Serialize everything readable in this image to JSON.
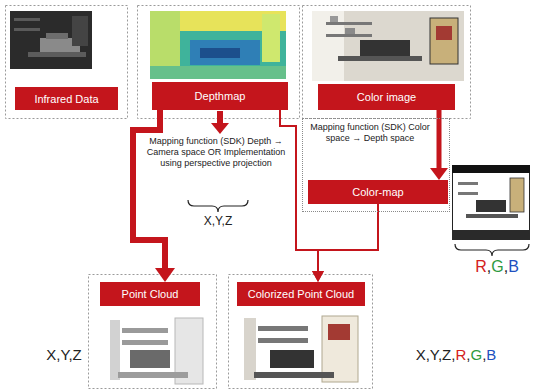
{
  "diagram": {
    "nodes": [
      {
        "text": [
          "Infrared Data"
        ]
      },
      {
        "text": [
          "Depthmap"
        ]
      },
      {
        "text": [
          "Color image"
        ]
      },
      {
        "text": [
          "Mapping function (SDK) Color space → Depth space"
        ]
      },
      {
        "text": [
          "Color-map"
        ],
        "in": 3
      },
      {
        "text": [
          "Point Cloud"
        ]
      },
      {
        "text": [
          "Colorized Point Cloud"
        ]
      }
    ],
    "edges": [
      {
        "from": 1,
        "to": 5,
        "arrow": "to"
      },
      {
        "from": 1,
        "to": 6,
        "arrow": "to"
      },
      {
        "from": 2,
        "to": 4,
        "arrow": "to"
      },
      {
        "from": 4,
        "to": 6,
        "arrow": "to"
      }
    ],
    "labels": [
      "Mapping function (SDK) Depth → Camera space OR Implementation using perspective projection",
      "X,Y,Z",
      "R",
      ",",
      "G",
      ",",
      "B",
      "X,Y,Z",
      "X,Y,Z,",
      "R",
      ",",
      "G",
      ",",
      "B"
    ]
  }
}
